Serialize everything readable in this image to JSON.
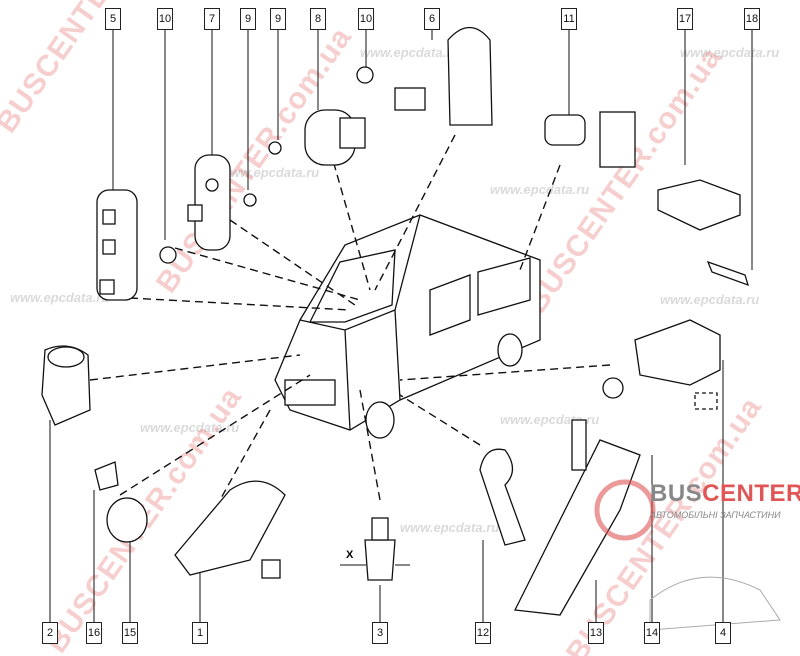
{
  "diagram": {
    "callouts_top": [
      "5",
      "10",
      "7",
      "9",
      "9",
      "8",
      "10",
      "6",
      "11",
      "17",
      "18"
    ],
    "callouts_bottom": [
      "2",
      "16",
      "15",
      "1",
      "3",
      "12",
      "13",
      "14",
      "4"
    ],
    "dimension_label": "X"
  },
  "watermarks": {
    "brand": "BUSCENTER.com.ua",
    "site": "www.epcdata.ru"
  },
  "logo": {
    "title_part1": "BUS",
    "title_part2": "CENTER",
    "subtitle": "АВТОМОБІЛЬНІ ЗАПЧАСТИНИ"
  },
  "colors": {
    "brand_red": "#e05555",
    "line": "#111111"
  }
}
